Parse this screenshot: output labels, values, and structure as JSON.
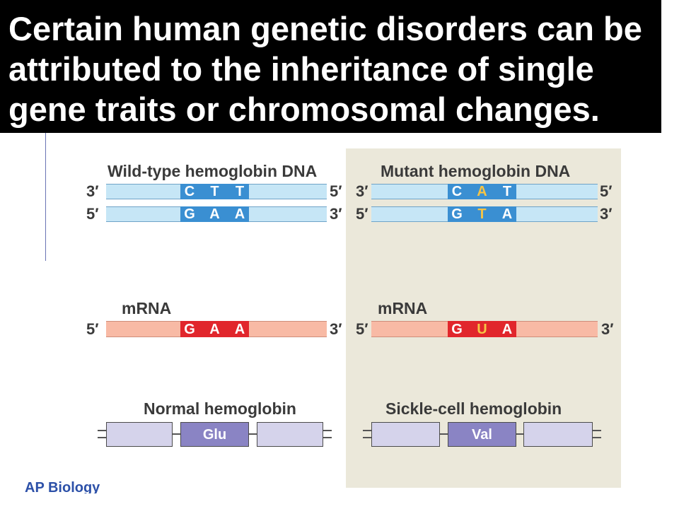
{
  "title": {
    "lines": [
      "Certain human genetic disorders can be",
      "attributed to the inheritance of single",
      "gene traits or chromosomal changes."
    ]
  },
  "footer": {
    "label": "AP Biology"
  },
  "diagram": {
    "wild_type": {
      "dna_label": "Wild-type hemoglobin DNA",
      "top_strand": {
        "left_end": "3′",
        "right_end": "5′",
        "bases": [
          {
            "letter": "C",
            "mutated": false
          },
          {
            "letter": "T",
            "mutated": false
          },
          {
            "letter": "T",
            "mutated": false
          }
        ]
      },
      "bottom_strand": {
        "left_end": "5′",
        "right_end": "3′",
        "bases": [
          {
            "letter": "G",
            "mutated": false
          },
          {
            "letter": "A",
            "mutated": false
          },
          {
            "letter": "A",
            "mutated": false
          }
        ]
      },
      "mrna_label": "mRNA",
      "mrna": {
        "left_end": "5′",
        "right_end": "3′",
        "bases": [
          {
            "letter": "G",
            "mutated": false
          },
          {
            "letter": "A",
            "mutated": false
          },
          {
            "letter": "A",
            "mutated": false
          }
        ]
      },
      "protein_label": "Normal hemoglobin",
      "amino_acid": "Glu"
    },
    "mutant": {
      "dna_label": "Mutant hemoglobin DNA",
      "top_strand": {
        "left_end": "3′",
        "right_end": "5′",
        "bases": [
          {
            "letter": "C",
            "mutated": false
          },
          {
            "letter": "A",
            "mutated": true
          },
          {
            "letter": "T",
            "mutated": false
          }
        ]
      },
      "bottom_strand": {
        "left_end": "5′",
        "right_end": "3′",
        "bases": [
          {
            "letter": "G",
            "mutated": false
          },
          {
            "letter": "T",
            "mutated": true
          },
          {
            "letter": "A",
            "mutated": false
          }
        ]
      },
      "mrna_label": "mRNA",
      "mrna": {
        "left_end": "5′",
        "right_end": "3′",
        "bases": [
          {
            "letter": "G",
            "mutated": false
          },
          {
            "letter": "U",
            "mutated": true
          },
          {
            "letter": "A",
            "mutated": false
          }
        ]
      },
      "protein_label": "Sickle-cell hemoglobin",
      "amino_acid": "Val"
    }
  },
  "colors": {
    "title_background": "#000000",
    "title_text": "#ffffff",
    "accent_rule": "#6a74b4",
    "panel_background": "#ebe8da",
    "dna_strand": "#c6e6f6",
    "dna_codon": "#3a8fd2",
    "mrna_strand": "#f8baa5",
    "mrna_codon": "#e1262c",
    "mutation_highlight": "#f6c445",
    "protein_box": "#d5d3eb",
    "protein_codon_box": "#8a84c4",
    "footer_text": "#2c50a8"
  }
}
